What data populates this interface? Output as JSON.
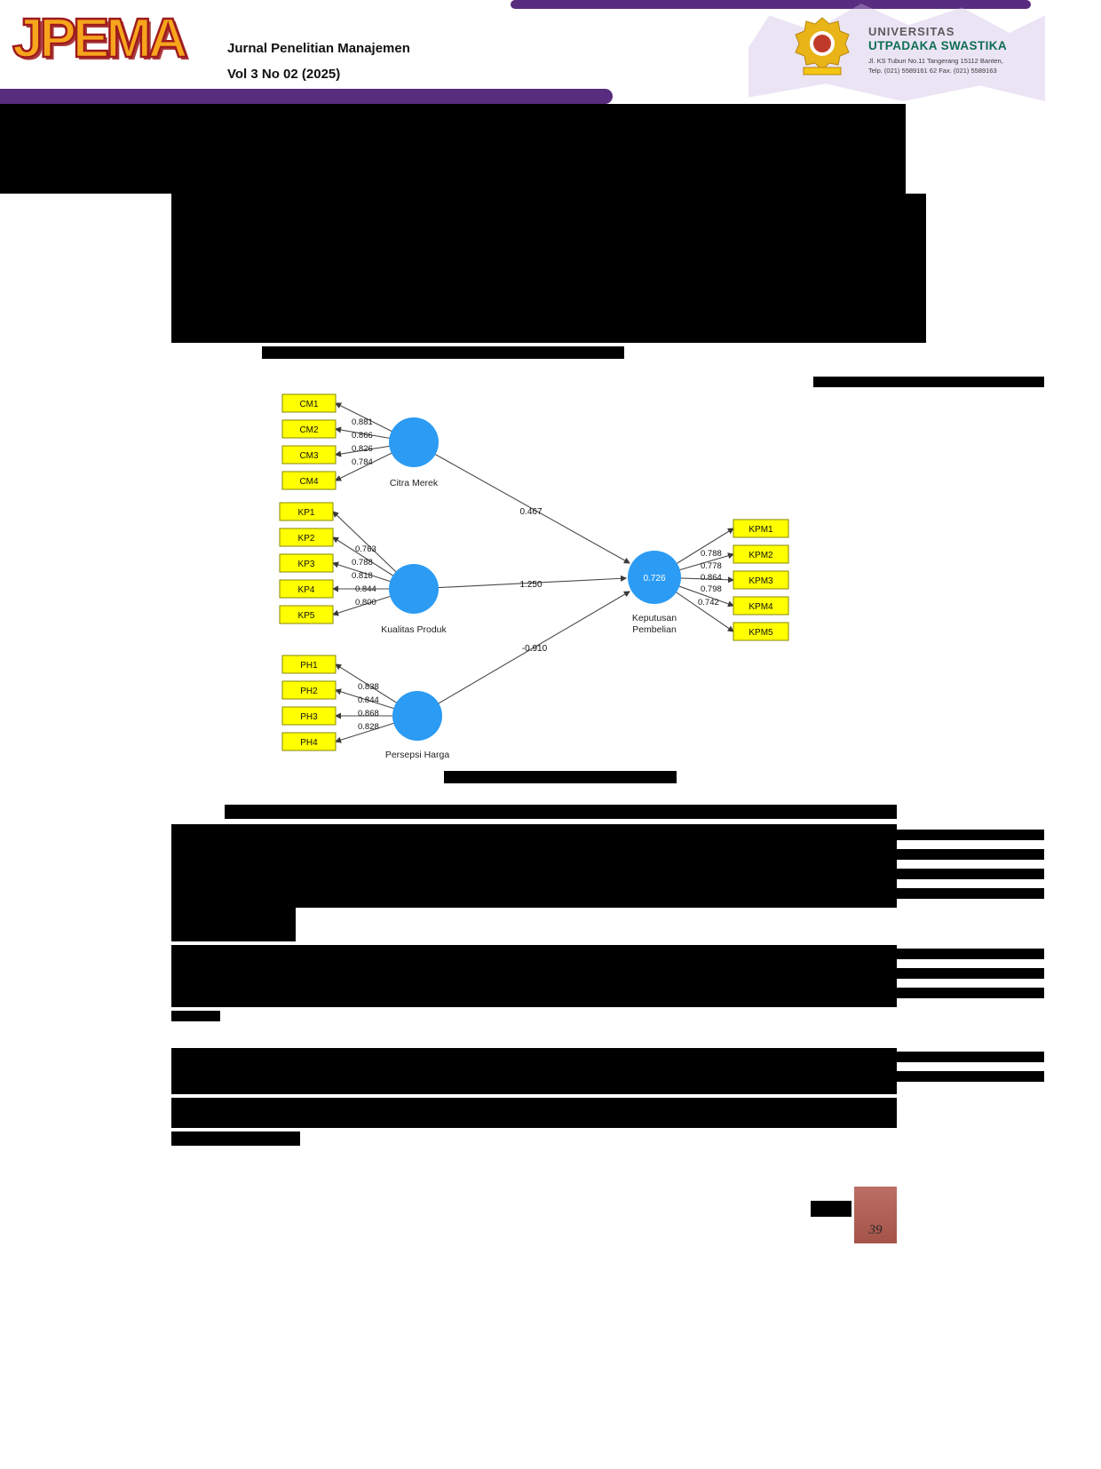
{
  "header": {
    "logo_text": "JPEMA",
    "journal_name": "Jurnal Penelitian Manajemen",
    "volume": "Vol 3 No 02 (2025)",
    "university": {
      "name_line1": "UNIVERSITAS",
      "name_line2": "UTPADAKA SWASTIKA",
      "address_line1": "Jl. KS Tubun No.11 Tangerang 15112 Banten,",
      "address_line2": "Telp. (021) 5589161 62 Fax. (021) 5589163"
    }
  },
  "diagram": {
    "latent": {
      "citra_merek": {
        "label": "Citra Merek"
      },
      "kualitas_produk": {
        "label": "Kualitas Produk"
      },
      "persepsi_harga": {
        "label": "Persepsi Harga"
      },
      "keputusan_pembelian": {
        "label_line1": "Keputusan",
        "label_line2": "Pembelian",
        "r_square": "0.726"
      }
    },
    "indicators": {
      "cm": [
        {
          "label": "CM1",
          "loading": "0.881"
        },
        {
          "label": "CM2",
          "loading": "0.866"
        },
        {
          "label": "CM3",
          "loading": "0.826"
        },
        {
          "label": "CM4",
          "loading": "0.784"
        }
      ],
      "kp": [
        {
          "label": "KP1",
          "loading": "0.763"
        },
        {
          "label": "KP2",
          "loading": "0.788"
        },
        {
          "label": "KP3",
          "loading": "0.818"
        },
        {
          "label": "KP4",
          "loading": "0.844"
        },
        {
          "label": "KP5",
          "loading": "0.800"
        }
      ],
      "ph": [
        {
          "label": "PH1",
          "loading": "0.838"
        },
        {
          "label": "PH2",
          "loading": "0.844"
        },
        {
          "label": "PH3",
          "loading": "0.868"
        },
        {
          "label": "PH4",
          "loading": "0.828"
        }
      ],
      "kpm": [
        {
          "label": "KPM1",
          "loading": "0.788"
        },
        {
          "label": "KPM2",
          "loading": "0.778"
        },
        {
          "label": "KPM3",
          "loading": "0.864"
        },
        {
          "label": "KPM4",
          "loading": "0.798"
        },
        {
          "label": "KPM5",
          "loading": "0.742"
        }
      ]
    },
    "paths": [
      {
        "from": "Citra Merek",
        "to": "Keputusan Pembelian",
        "coefficient": "0.467"
      },
      {
        "from": "Kualitas Produk",
        "to": "Keputusan Pembelian",
        "coefficient": "1.250"
      },
      {
        "from": "Persepsi Harga",
        "to": "Keputusan Pembelian",
        "coefficient": "-0.910"
      }
    ]
  },
  "footer": {
    "page_number": "39"
  }
}
